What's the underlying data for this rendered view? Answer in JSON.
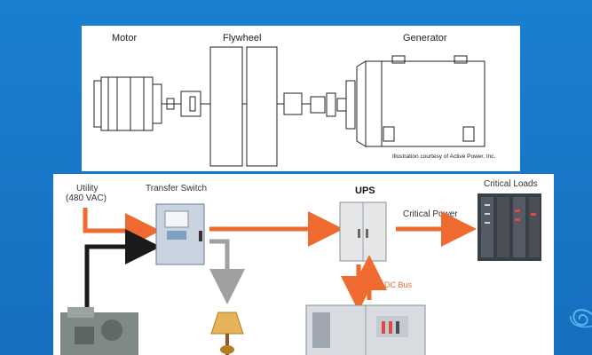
{
  "top_diagram": {
    "labels": {
      "motor": "Motor",
      "flywheel": "Flywheel",
      "generator": "Generator"
    },
    "credit": "Illustration courtesy of Active Power, Inc."
  },
  "bottom_diagram": {
    "utility_label_line1": "Utility",
    "utility_label_line2": "(480 VAC)",
    "transfer_switch_label": "Transfer Switch",
    "ups_label": "UPS",
    "critical_loads_label": "Critical Loads",
    "critical_power_label": "Critical Power",
    "dc_bus_label": "DC Bus"
  },
  "colors": {
    "background": "#1877c9",
    "orange_arrow": "#ee6a2e",
    "black_arrow": "#1a1a1a",
    "gray_arrow": "#a0a0a0"
  }
}
